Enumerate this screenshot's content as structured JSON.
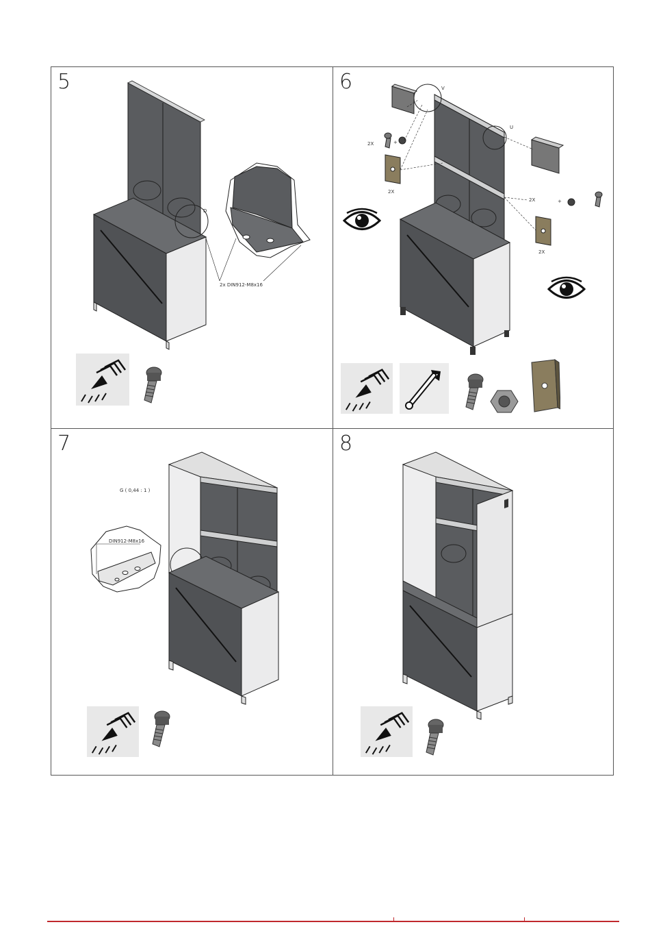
{
  "steps": [
    {
      "number": "5",
      "callouts": {
        "detail_mark": "D",
        "detail_label": "2x DIN912-M8x16"
      }
    },
    {
      "number": "6",
      "callouts": {
        "mark_v": "V",
        "mark_u": "U",
        "qty_left_bolt": "2X",
        "qty_left_plate": "2X",
        "qty_right_bolt": "2X",
        "qty_right_plate": "2X",
        "plus": "+"
      }
    },
    {
      "number": "7",
      "callouts": {
        "scale_label": "G ( 0,44 : 1 )",
        "detail_label": "DIN912-M8x16"
      }
    },
    {
      "number": "8"
    }
  ],
  "icons": {
    "hex_key": "hex-key-icon",
    "wrench": "wrench-icon",
    "bolt": "bolt-icon",
    "nut": "nut-icon",
    "plate": "plate-icon",
    "eye": "eye-icon"
  },
  "colors": {
    "footer_rule": "#c0282d",
    "panel_dark": "#55575a",
    "panel_light": "#e6e7e8"
  }
}
